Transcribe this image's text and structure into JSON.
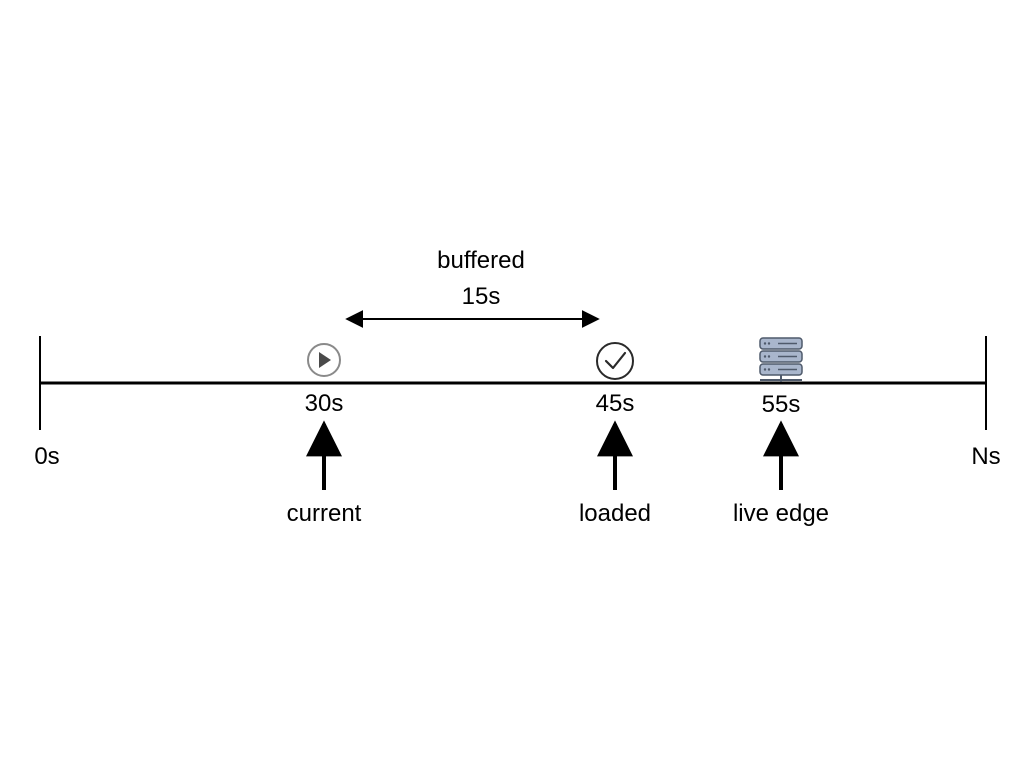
{
  "buffer": {
    "label": "buffered",
    "duration": "15s"
  },
  "timeline": {
    "start_label": "0s",
    "end_label": "Ns"
  },
  "markers": [
    {
      "id": "current",
      "time": "30s",
      "label": "current",
      "icon": "play-icon"
    },
    {
      "id": "loaded",
      "time": "45s",
      "label": "loaded",
      "icon": "check-circle-icon"
    },
    {
      "id": "live-edge",
      "time": "55s",
      "label": "live edge",
      "icon": "server-icon"
    }
  ],
  "colors": {
    "line": "#000000",
    "play_icon": "#8a8a8a",
    "check_icon": "#2a2a2a",
    "server_fill": "#a9b6cc",
    "server_stroke": "#4f5a6b"
  }
}
